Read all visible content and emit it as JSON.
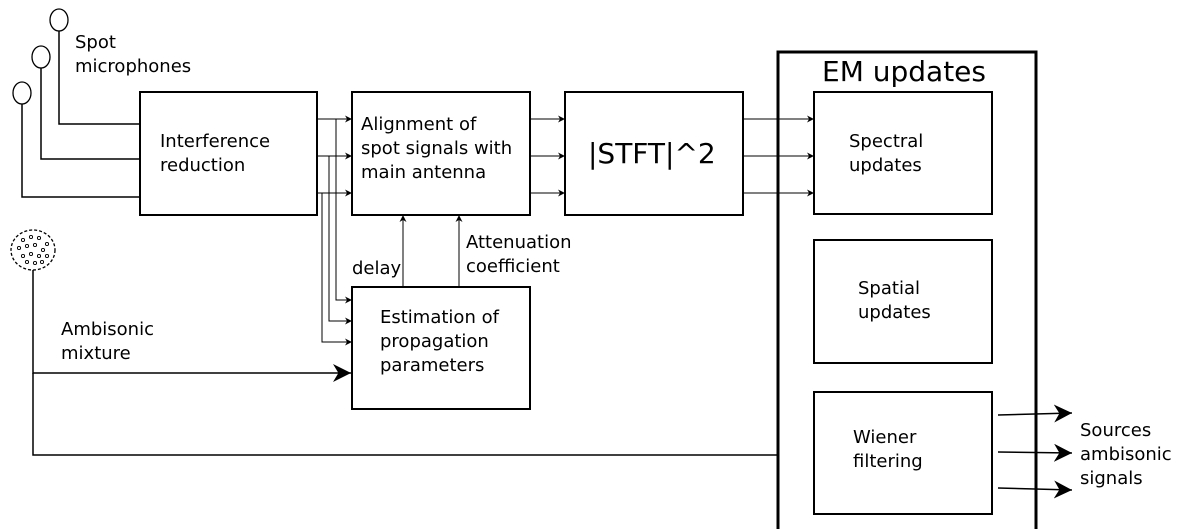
{
  "mic_label": [
    "Spot",
    "microphones"
  ],
  "ambi_label": [
    "Ambisonic",
    "mixture"
  ],
  "blocks": {
    "interference": [
      "Interference",
      "reduction"
    ],
    "alignment": [
      "Alignment of",
      "spot signals with",
      "main antenna"
    ],
    "stft": "|STFT|^2",
    "estimation": [
      "Estimation of",
      "propagation",
      "parameters"
    ],
    "em_title": "EM updates",
    "spectral": [
      "Spectral",
      "updates"
    ],
    "spatial": [
      "Spatial",
      "updates"
    ],
    "wiener": [
      "Wiener",
      "filtering"
    ]
  },
  "arrow_labels": {
    "delay": "delay",
    "attenuation": [
      "Attenuation",
      "coefficient"
    ]
  },
  "output_label": [
    "Sources",
    "ambisonic",
    "signals"
  ]
}
